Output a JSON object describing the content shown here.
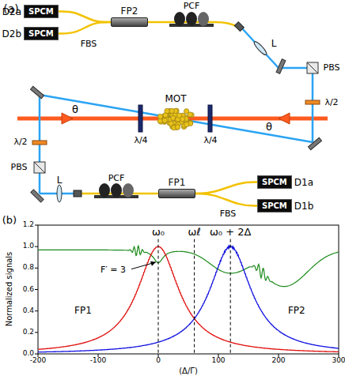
{
  "diagram": {
    "nodes": [
      {
        "text": [
          "SPCM",
          "D2a"
        ]
      },
      {
        "text": [
          "SPCM",
          "D2b"
        ]
      },
      {
        "text": [
          "FP2"
        ]
      },
      {
        "text": [
          "FP1"
        ]
      },
      {
        "text": [
          "SPCM",
          "D1a"
        ]
      },
      {
        "text": [
          "SPCM",
          "D1b"
        ]
      }
    ],
    "edges": [
      {
        "from": 2,
        "to": 0,
        "arrow": "none"
      },
      {
        "from": 2,
        "to": 1,
        "arrow": "none"
      },
      {
        "from": 3,
        "to": 4,
        "arrow": "none"
      },
      {
        "from": 3,
        "to": 5,
        "arrow": "none"
      }
    ],
    "labels": [
      "(a)",
      "FBS",
      "PCF",
      "L",
      "PBS",
      "λ/2",
      "θ",
      "MOT",
      "λ/4",
      "λ/4",
      "θ",
      "λ/2",
      "PBS",
      "L",
      "PCF",
      "FBS",
      "(b)",
      "Normalized signals",
      "0.0",
      "0.2",
      "0.4",
      "0.6",
      "0.8",
      "1.0",
      "1.2",
      "-200",
      "-100",
      "0",
      "100",
      "200",
      "300",
      "(Δ/Γ)",
      "ω₀",
      "ωℓ",
      "ω₀ + 2Δ",
      "F′ = 3",
      "FP1",
      "FP2"
    ]
  }
}
